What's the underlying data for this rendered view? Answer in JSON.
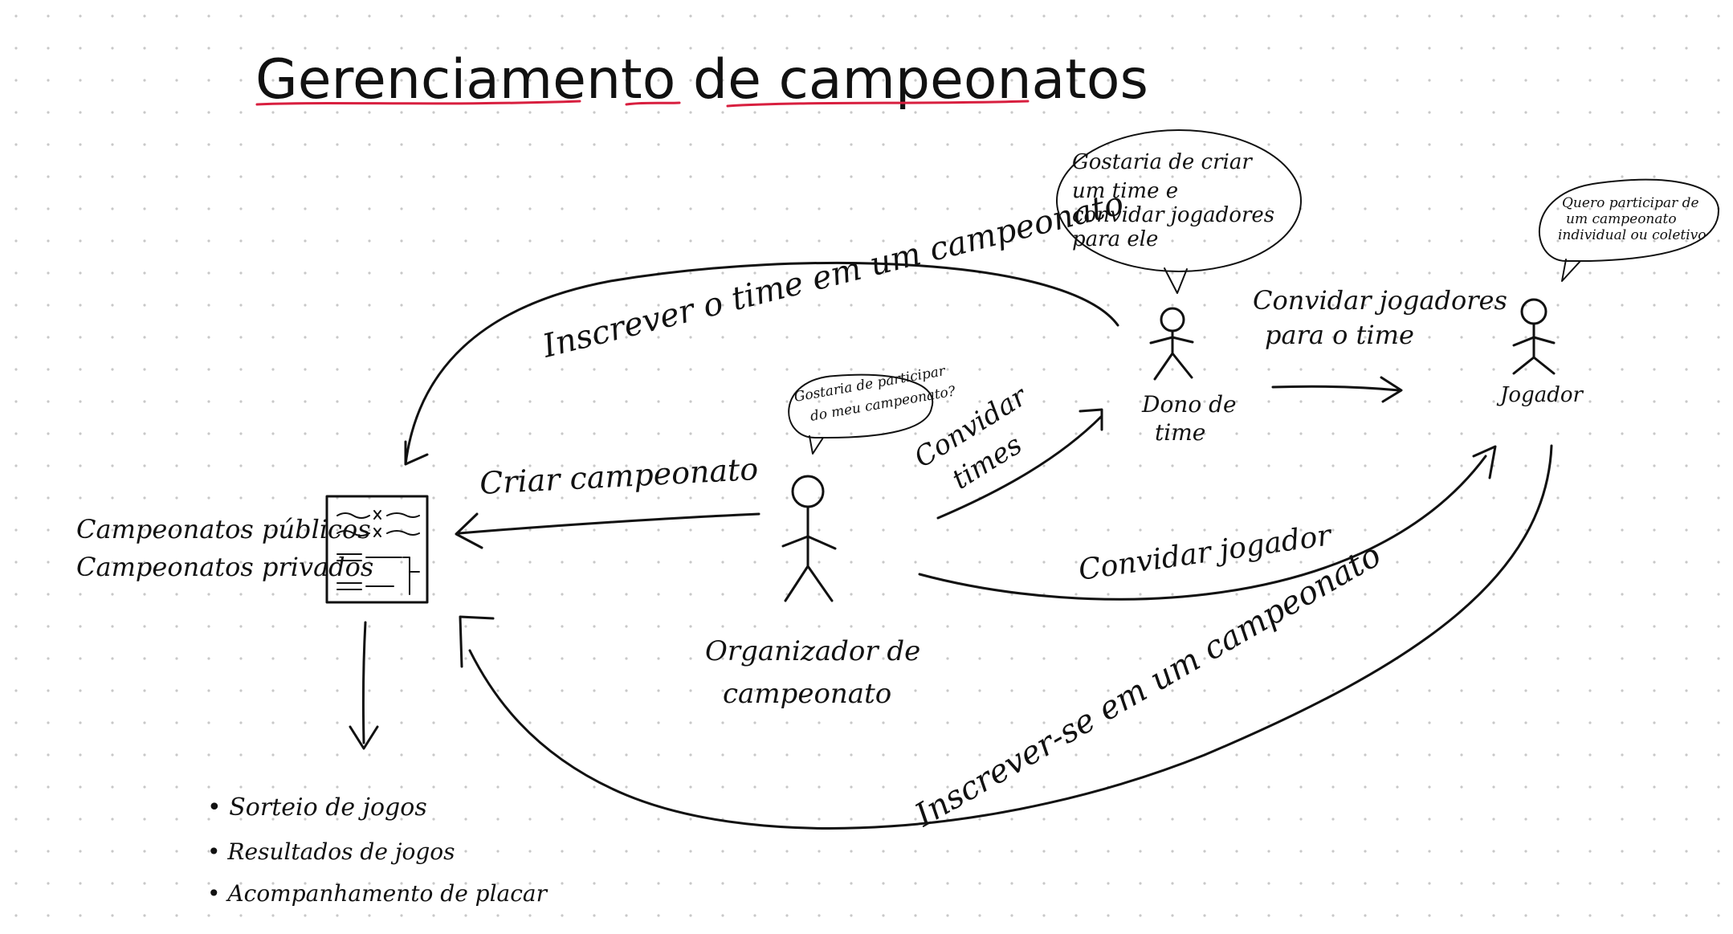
{
  "title": "Gerenciamento de campeonatos",
  "colors": {
    "ink": "#111111",
    "underline": "#d81f3f",
    "grid_dots": "#c8c8c8",
    "paper": "#ffffff"
  },
  "actors": {
    "organizer": {
      "label_line1": "Organizador de",
      "label_line2": "campeonato"
    },
    "team_owner": {
      "label_line1": "Dono de",
      "label_line2": "time"
    },
    "player": {
      "label": "Jogador"
    }
  },
  "speech_bubbles": {
    "organizer": {
      "line1": "Gostaria de participar",
      "line2": "do meu campeonato?"
    },
    "team_owner": {
      "line1": "Gostaria de criar",
      "line2": "um time e",
      "line3": "convidar jogadores",
      "line4": "para ele"
    },
    "player": {
      "line1": "Quero participar de",
      "line2": "um campeonato",
      "line3": "individual ou coletivo"
    }
  },
  "arrows": {
    "register_team": "Inscrever o time em um campeonato",
    "create_championship": "Criar campeonato",
    "invite_teams_line1": "Convidar",
    "invite_teams_line2": "times",
    "invite_player": "Convidar jogador",
    "invite_players_to_team_line1": "Convidar jogadores",
    "invite_players_to_team_line2": "para o time",
    "register_self": "Inscrever-se em um campeonato"
  },
  "championship_list": {
    "public": "Campeonatos públicos",
    "private": "Campeonatos privados",
    "icon": "document-list-icon"
  },
  "features": [
    "Sorteio de jogos",
    "Resultados de jogos",
    "Acompanhamento de placar"
  ]
}
